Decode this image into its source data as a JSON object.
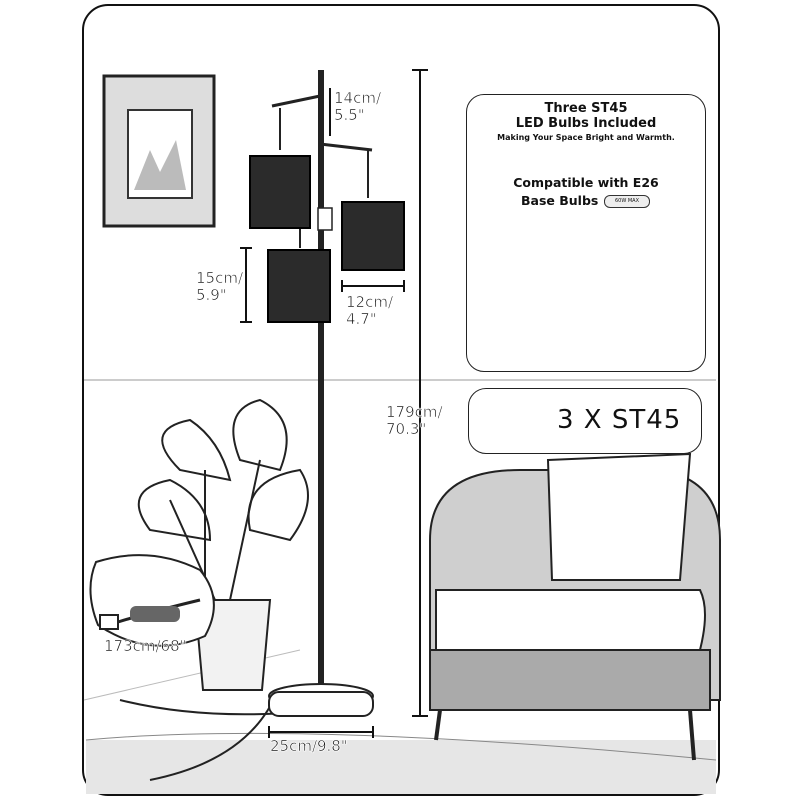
{
  "dimensions": {
    "arm_length": [
      "14cm/",
      "5.5\""
    ],
    "shade_height": [
      "15cm/",
      "5.9\""
    ],
    "shade_width": [
      "12cm/",
      "4.7\""
    ],
    "total_height": [
      "179cm/",
      "70.3\""
    ],
    "cord_length": "173cm/68\"",
    "base_width": "25cm/9.8\""
  },
  "bulb_panel": {
    "headline_line1": "Three ST45",
    "headline_line2": "LED Bulbs Included",
    "subline": "Making Your Space Bright and Warmth.",
    "compat_line1": "Compatible with E26",
    "compat_line2": "Base Bulbs",
    "badge": "60W MAX"
  },
  "bulb_count_label": "3 X ST45",
  "icons": [
    "picture-frame",
    "floor-lamp",
    "potted-plant",
    "armchair",
    "power-plug",
    "bulb"
  ]
}
